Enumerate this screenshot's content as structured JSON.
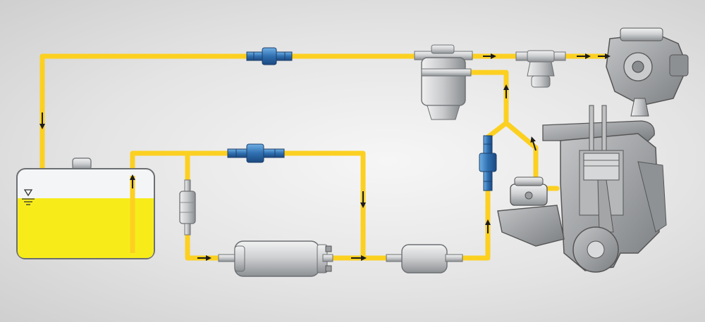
{
  "diagram": {
    "type": "fuel-system-schematic",
    "colors": {
      "fuel_line": "#fcd021",
      "fuel_fill": "#f7ec1a",
      "flow_arrow": "#1b1b1b",
      "check_valve": "#3f86c6",
      "component_body": "#c9cbcd",
      "engine_body": "#9c9ea1",
      "background": "#e6e6e6"
    },
    "components": [
      {
        "id": "fuel-tank",
        "icon": "fuel-tank"
      },
      {
        "id": "tank-level-symbol",
        "icon": "liquid-level-symbol"
      },
      {
        "id": "return-check-valve",
        "icon": "check-valve"
      },
      {
        "id": "bypass-check-valve",
        "icon": "check-valve"
      },
      {
        "id": "injector-check-valve",
        "icon": "check-valve"
      },
      {
        "id": "inline-pre-filter",
        "icon": "inline-filter"
      },
      {
        "id": "electric-fuel-pump",
        "icon": "electric-pump"
      },
      {
        "id": "main-fuel-filter",
        "icon": "canister-filter"
      },
      {
        "id": "fuel-pressure-regulator",
        "icon": "pressure-regulator"
      },
      {
        "id": "fuel-injector-valve",
        "icon": "fuel-valve"
      },
      {
        "id": "mechanical-fuel-pump",
        "icon": "mechanical-pump"
      },
      {
        "id": "engine-block",
        "icon": "engine-cutaway"
      },
      {
        "id": "carburetor",
        "icon": "carburetor"
      }
    ],
    "flow_arrows": 11
  }
}
